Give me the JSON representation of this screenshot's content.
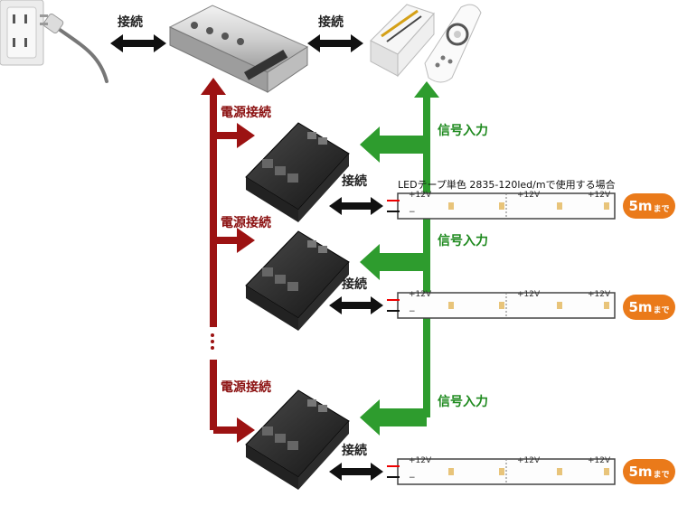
{
  "labels": {
    "connect": "接続",
    "power_connection": "電源接続",
    "signal_input": "信号入力",
    "led_caption": "LEDテープ単色 2835-120led/mで使用する場合"
  },
  "strip": {
    "voltage": "+12V",
    "minus": "−"
  },
  "badge": {
    "length": "5m",
    "suffix": "まで"
  },
  "ellipsis": "⋮",
  "colors": {
    "power_line": "#9c1212",
    "signal_line": "#2e9c2e",
    "connect_arrow": "#111111",
    "badge": "#ea7a1a"
  },
  "icons": [
    "wall-outlet-icon",
    "power-plug-icon",
    "power-supply-icon",
    "rf-controller-icon",
    "remote-control-icon",
    "amplifier-icon",
    "led-strip-icon"
  ]
}
